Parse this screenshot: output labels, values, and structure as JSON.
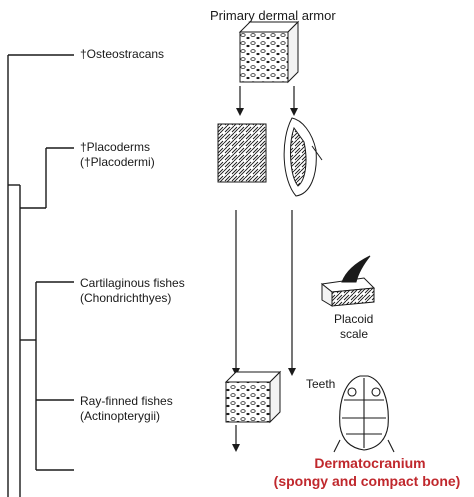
{
  "figure": {
    "top_label": "Primary dermal armor",
    "taxa": [
      {
        "line1": "†Osteostracans",
        "line2": ""
      },
      {
        "line1": "†Placoderms",
        "line2": "(†Placodermi)"
      },
      {
        "line1": "Cartilaginous fishes",
        "line2": "(Chondrichthyes)"
      },
      {
        "line1": "Ray-finned fishes",
        "line2": "(Actinopterygii)"
      }
    ],
    "placoid_label": [
      "Placoid",
      "scale"
    ],
    "teeth_label": "Teeth",
    "dermatocranium_title": "Dermatocranium",
    "dermatocranium_subtitle": "(spongy and compact bone)"
  },
  "colors": {
    "line": "#1a1a1a",
    "accent_red": "#c0282d",
    "fill_light": "#f3f3f3"
  }
}
